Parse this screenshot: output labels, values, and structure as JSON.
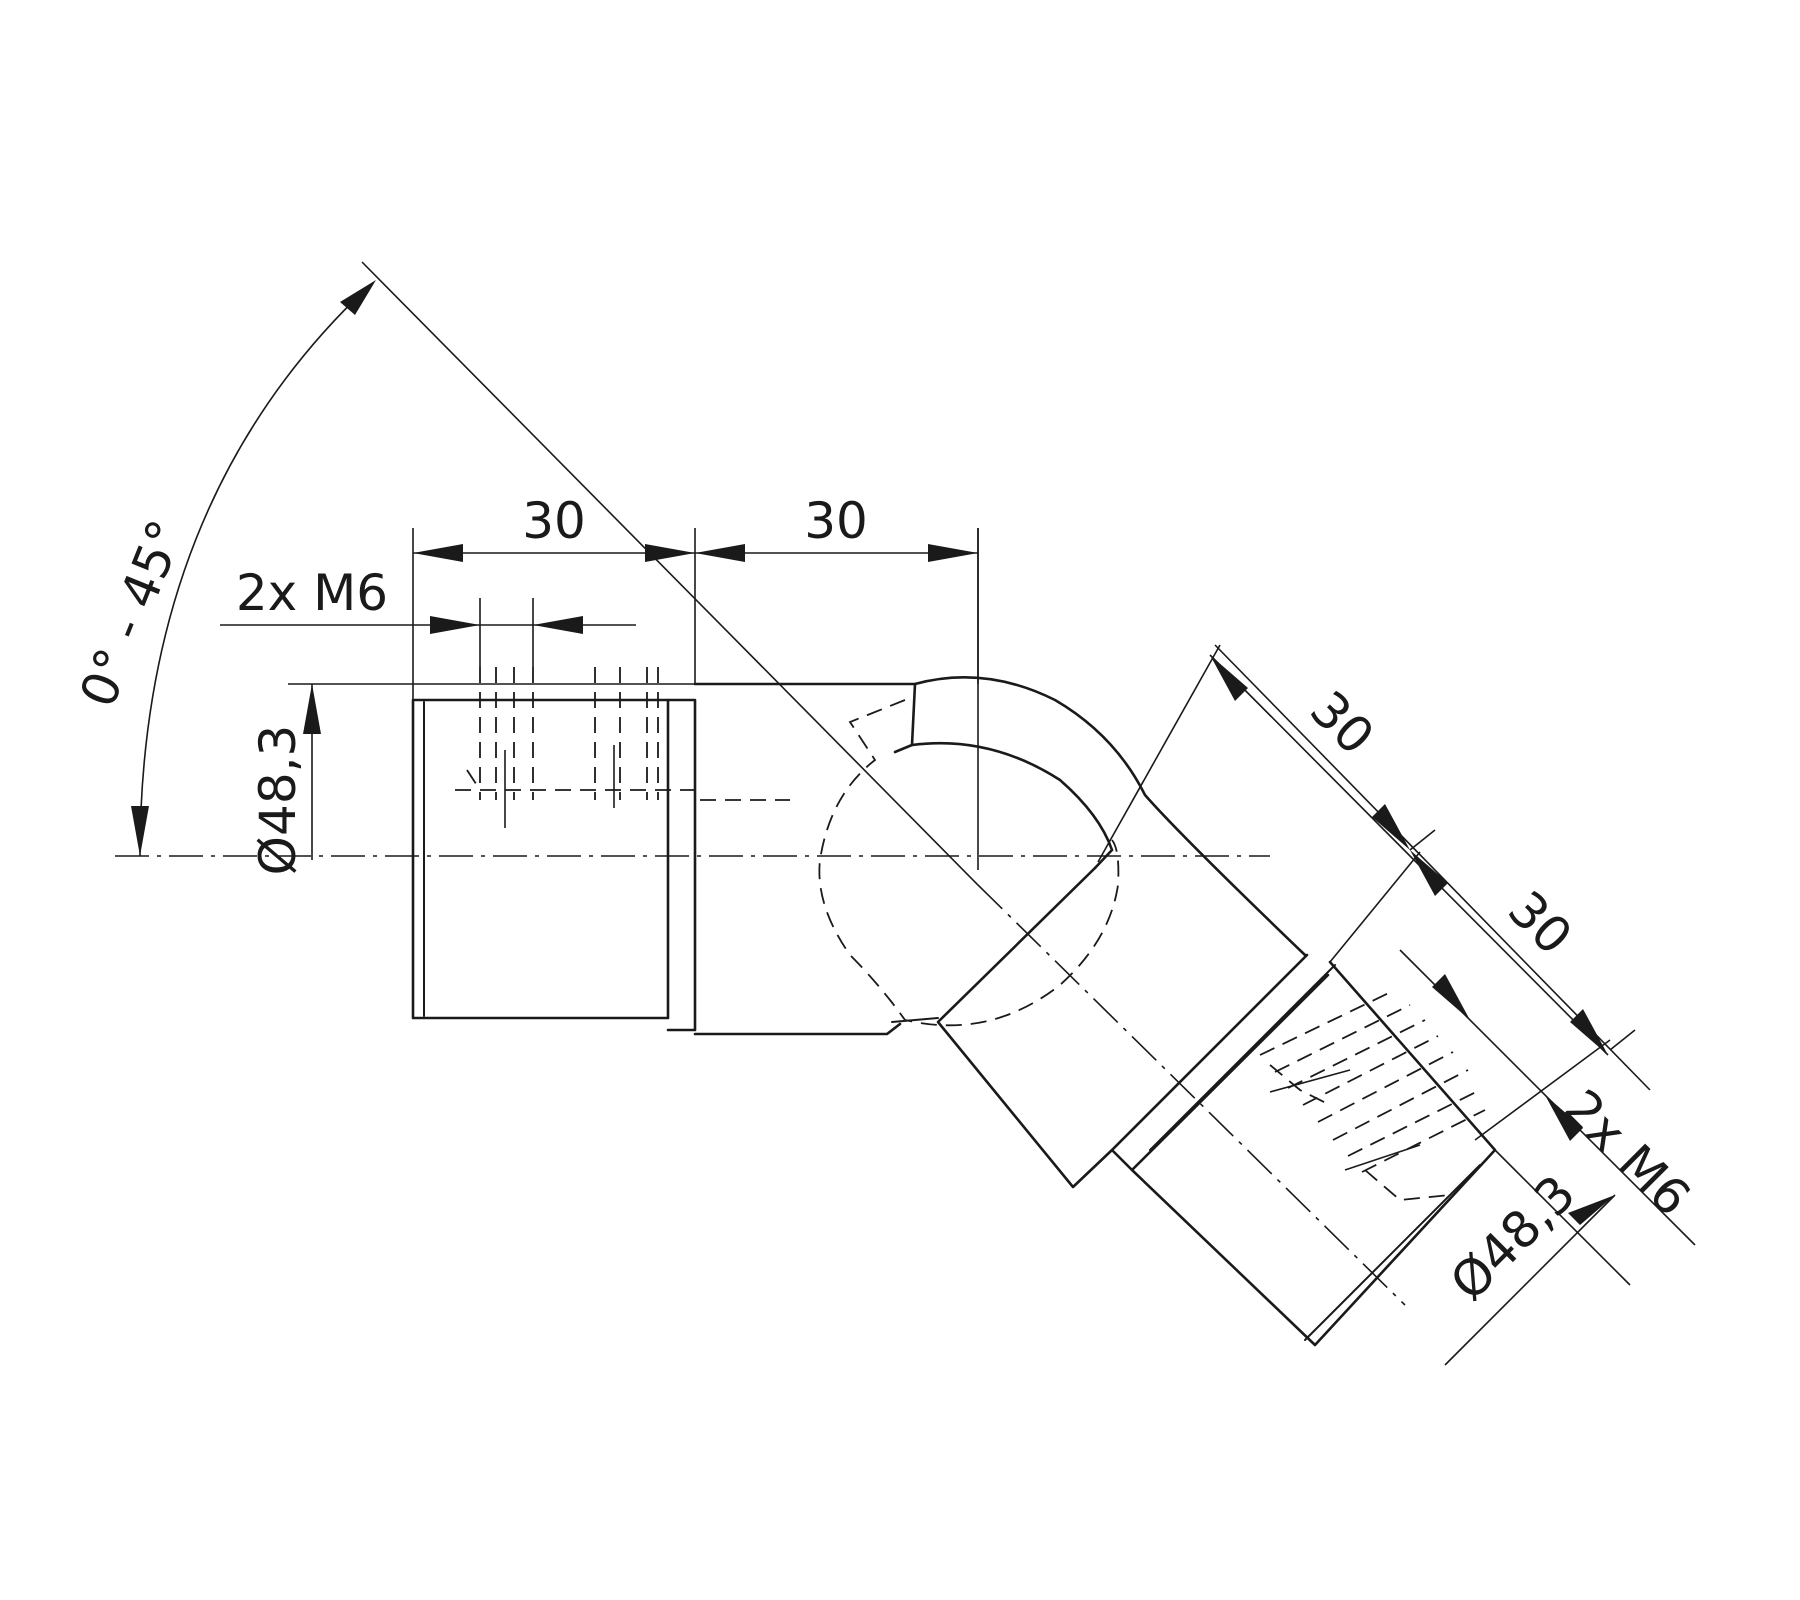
{
  "diagram": {
    "angle_label": "0° - 45°",
    "horizontal_part": {
      "length_1": "30",
      "length_2": "30",
      "thread": "2x M6",
      "diameter": "Ø48,3"
    },
    "angled_part": {
      "length_1": "30",
      "length_2": "30",
      "thread": "2x M6",
      "diameter": "Ø48,3"
    }
  }
}
